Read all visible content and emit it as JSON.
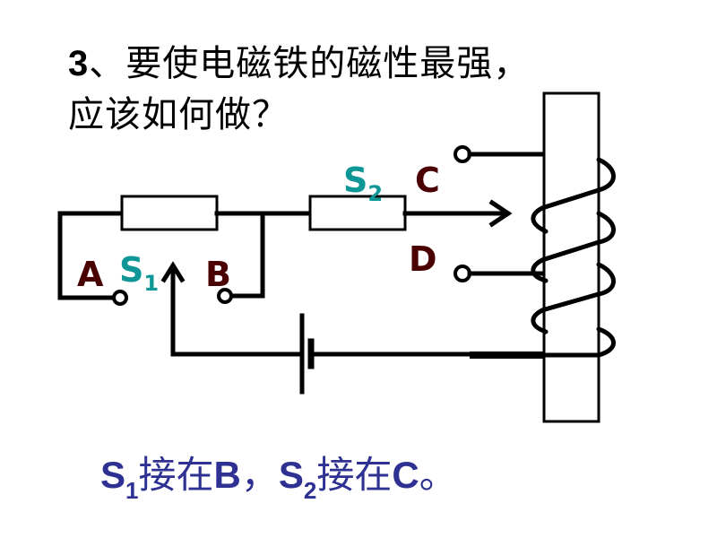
{
  "question": {
    "number": "3",
    "line1": "、要使电磁铁的磁性最强，",
    "line2": "应该如何做？"
  },
  "diagram": {
    "labels": {
      "A": "A",
      "B": "B",
      "C": "C",
      "D": "D",
      "S1_main": "S",
      "S1_sub": "1",
      "S2_main": "S",
      "S2_sub": "2"
    },
    "colors": {
      "terminal_label": "#4a0000",
      "switch_label": "#0f9696",
      "wire": "#000000"
    }
  },
  "answer": {
    "s1": "S",
    "s1_sub": "1",
    "part1": "接在",
    "b": "B",
    "sep": "，",
    "s2": "S",
    "s2_sub": "2",
    "part2": "接在",
    "c": "C",
    "end": "。",
    "color": "#2e3192"
  }
}
